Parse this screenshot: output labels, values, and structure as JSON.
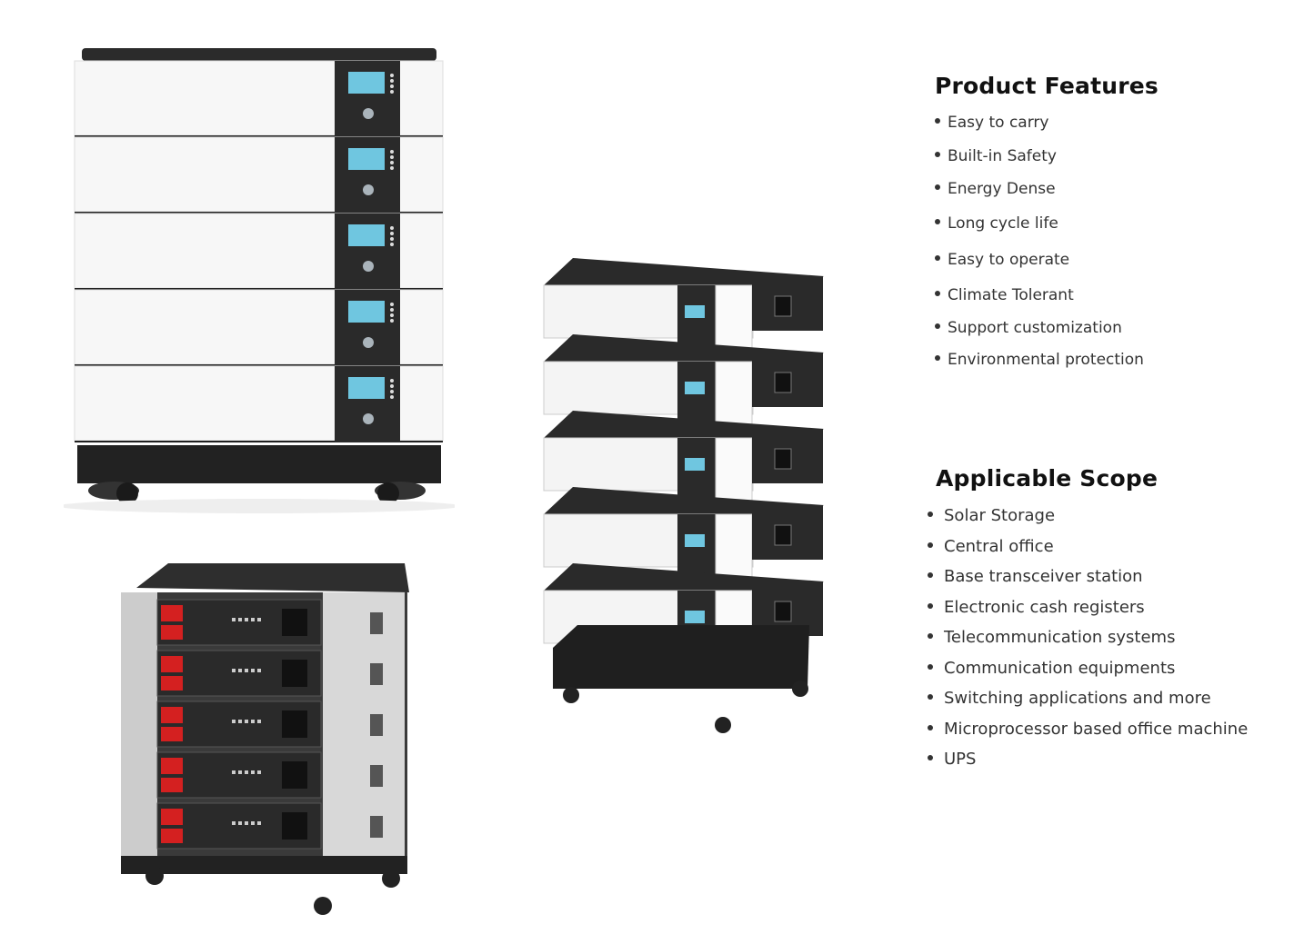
{
  "features": {
    "title": "Product Features",
    "items": [
      "Easy to carry",
      "Built-in Safety",
      "Energy Dense",
      "Long cycle life",
      "Easy to operate",
      "Climate Tolerant",
      "Support customization",
      "Environmental protection"
    ]
  },
  "scope": {
    "title": "Applicable Scope",
    "items": [
      "Solar Storage",
      "Central office",
      "Base transceiver station",
      "Electronic cash registers",
      "Telecommunication systems",
      "Communication equipments",
      "Switching applications and more",
      "Microprocessor based office machine",
      "UPS"
    ]
  },
  "colors": {
    "screen": "#6fc6e0",
    "panel": "#2a2a2a",
    "accent_red": "#d42020"
  }
}
